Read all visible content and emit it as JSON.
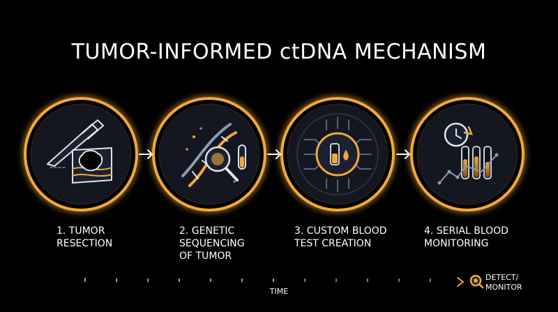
{
  "title": "TUMOR-INFORMED ctDNA MECHANISM",
  "steps": [
    {
      "line1": "1. TUMOR",
      "line2": "RESECTION",
      "line3": "",
      "icon": "scalpel-tumor-icon"
    },
    {
      "line1": "2. GENETIC",
      "line2": "SEQUENCING",
      "line3": "OF TUMOR",
      "icon": "dna-magnifier-icon"
    },
    {
      "line1": "3. CUSTOM BLOOD",
      "line2": "TEST CREATION",
      "line3": "",
      "icon": "blood-vial-chip-icon"
    },
    {
      "line1": "4. SERIAL BLOOD",
      "line2": "MONITORING",
      "line3": "",
      "icon": "clock-tubes-chart-icon"
    }
  ],
  "timeline": {
    "label": "TIME",
    "end_line1": "DETECT/",
    "end_line2": "MONITOR",
    "end_icon": "magnifier-icon"
  },
  "colors": {
    "background": "#000000",
    "accent": "#f2a93b",
    "dark_circle": "#14171f",
    "text": "#ffffff"
  }
}
